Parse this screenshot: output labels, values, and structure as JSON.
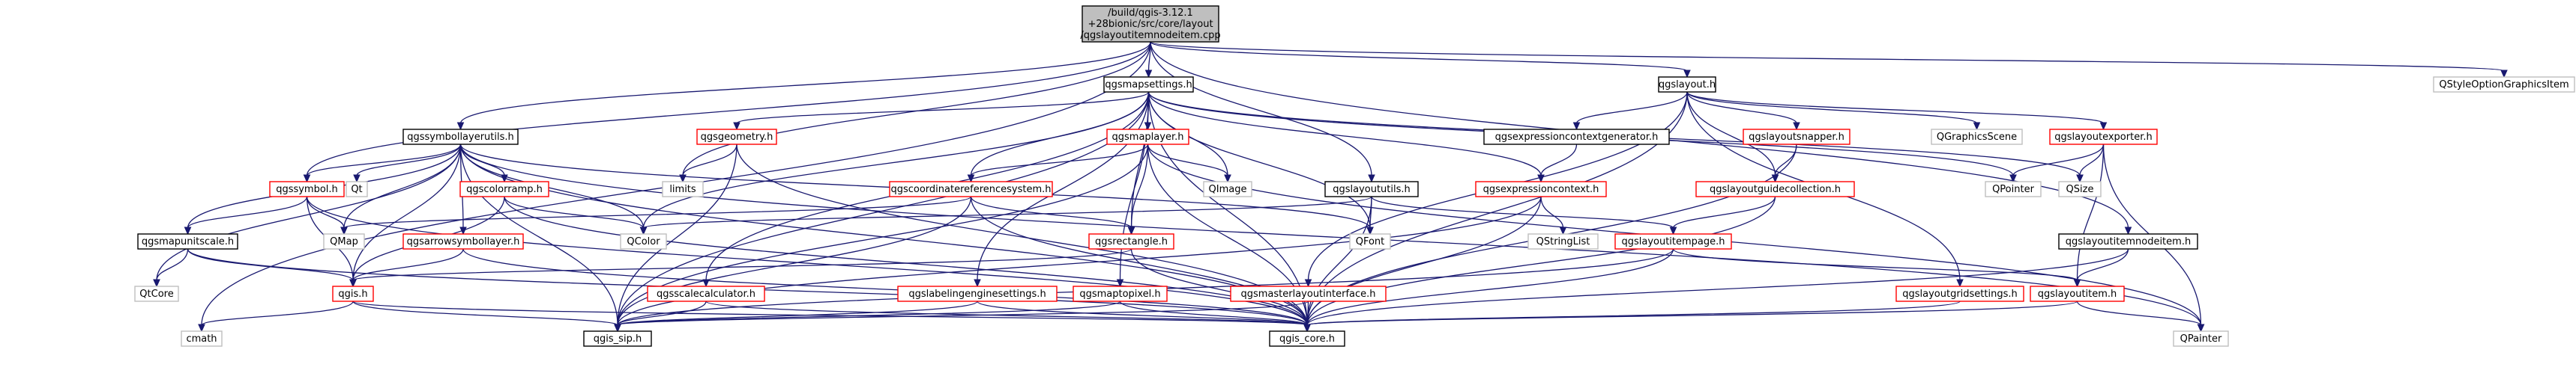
{
  "colors": {
    "node_main_fill": "#bfbfbf",
    "node_fill": "#ffffff",
    "border_black": "#000000",
    "border_red": "#ff0000",
    "border_gray": "#bfbfbf",
    "edge": "#191970"
  },
  "nodes": [
    {
      "id": "main",
      "lines": [
        "/build/qgis-3.12.1",
        "+28bionic/src/core/layout",
        "/qgslayoutitemnodeitem.cpp"
      ],
      "style": "main"
    },
    {
      "id": "qgsmapsettings",
      "lines": [
        "qgsmapsettings.h"
      ],
      "style": "black"
    },
    {
      "id": "qgslayout",
      "lines": [
        "qgslayout.h"
      ],
      "style": "black"
    },
    {
      "id": "qstyleoption",
      "lines": [
        "QStyleOptionGraphicsItem"
      ],
      "style": "gray"
    },
    {
      "id": "qgssymbollayerutils",
      "lines": [
        "qgssymbollayerutils.h"
      ],
      "style": "black"
    },
    {
      "id": "qgsgeometry",
      "lines": [
        "qgsgeometry.h"
      ],
      "style": "red"
    },
    {
      "id": "qgsmaplayer",
      "lines": [
        "qgsmaplayer.h"
      ],
      "style": "red"
    },
    {
      "id": "qgsexprctxgen",
      "lines": [
        "qgsexpressioncontextgenerator.h"
      ],
      "style": "black"
    },
    {
      "id": "qgslayoutsnapper",
      "lines": [
        "qgslayoutsnapper.h"
      ],
      "style": "red"
    },
    {
      "id": "qgraphicsscene",
      "lines": [
        "QGraphicsScene"
      ],
      "style": "gray"
    },
    {
      "id": "qgslayoutexporter",
      "lines": [
        "qgslayoutexporter.h"
      ],
      "style": "red"
    },
    {
      "id": "qgssymbol",
      "lines": [
        "qgssymbol.h"
      ],
      "style": "red"
    },
    {
      "id": "qt",
      "lines": [
        "Qt"
      ],
      "style": "gray"
    },
    {
      "id": "qgscolorramp",
      "lines": [
        "qgscolorramp.h"
      ],
      "style": "red"
    },
    {
      "id": "limits",
      "lines": [
        "limits"
      ],
      "style": "gray"
    },
    {
      "id": "qgscrs",
      "lines": [
        "qgscoordinatereferencesystem.h"
      ],
      "style": "red"
    },
    {
      "id": "qimage",
      "lines": [
        "QImage"
      ],
      "style": "gray"
    },
    {
      "id": "qgslayoututils",
      "lines": [
        "qgslayoututils.h"
      ],
      "style": "black"
    },
    {
      "id": "qgsexprctx",
      "lines": [
        "qgsexpressioncontext.h"
      ],
      "style": "red"
    },
    {
      "id": "qgslayoutguidecoll",
      "lines": [
        "qgslayoutguidecollection.h"
      ],
      "style": "red"
    },
    {
      "id": "qpointer",
      "lines": [
        "QPointer"
      ],
      "style": "gray"
    },
    {
      "id": "qsize",
      "lines": [
        "QSize"
      ],
      "style": "gray"
    },
    {
      "id": "qgsmapunitscale",
      "lines": [
        "qgsmapunitscale.h"
      ],
      "style": "black"
    },
    {
      "id": "qmap",
      "lines": [
        "QMap"
      ],
      "style": "gray"
    },
    {
      "id": "qcolor",
      "lines": [
        "QColor"
      ],
      "style": "gray"
    },
    {
      "id": "qgsrectangle",
      "lines": [
        "qgsrectangle.h"
      ],
      "style": "red"
    },
    {
      "id": "qfont",
      "lines": [
        "QFont"
      ],
      "style": "gray"
    },
    {
      "id": "qstringlist",
      "lines": [
        "QStringList"
      ],
      "style": "gray"
    },
    {
      "id": "qgslayoutitempage",
      "lines": [
        "qgslayoutitempage.h"
      ],
      "style": "red"
    },
    {
      "id": "qgslayoutitemnodeitem",
      "lines": [
        "qgslayoutitemnodeitem.h"
      ],
      "style": "black"
    },
    {
      "id": "qgsarrowsymbollayer",
      "lines": [
        "qgsarrowsymbollayer.h"
      ],
      "style": "red"
    },
    {
      "id": "qtcore",
      "lines": [
        "QtCore"
      ],
      "style": "gray"
    },
    {
      "id": "qgsh",
      "lines": [
        "qgis.h"
      ],
      "style": "red"
    },
    {
      "id": "qgsscalecalc",
      "lines": [
        "qgsscalecalculator.h"
      ],
      "style": "red"
    },
    {
      "id": "qgslabeling",
      "lines": [
        "qgslabelingenginesettings.h"
      ],
      "style": "red"
    },
    {
      "id": "qgsmaptopixel",
      "lines": [
        "qgsmaptopixel.h"
      ],
      "style": "red"
    },
    {
      "id": "qgsmasterlayout",
      "lines": [
        "qgsmasterlayoutinterface.h"
      ],
      "style": "red"
    },
    {
      "id": "qgslayoutgrid",
      "lines": [
        "qgslayoutgridsettings.h"
      ],
      "style": "red"
    },
    {
      "id": "qgslayoutitem",
      "lines": [
        "qgslayoutitem.h"
      ],
      "style": "red"
    },
    {
      "id": "cmath",
      "lines": [
        "cmath"
      ],
      "style": "gray"
    },
    {
      "id": "qgissip",
      "lines": [
        "qgis_sip.h"
      ],
      "style": "black"
    },
    {
      "id": "qgiscore",
      "lines": [
        "qgis_core.h"
      ],
      "style": "black"
    },
    {
      "id": "qpainter",
      "lines": [
        "QPainter"
      ],
      "style": "gray"
    }
  ],
  "edges": [
    [
      "main",
      "qgsmapsettings"
    ],
    [
      "main",
      "qgslayout"
    ],
    [
      "main",
      "qstyleoption"
    ],
    [
      "main",
      "qgslayoutitemnodeitem"
    ],
    [
      "main",
      "qgssymbollayerutils"
    ],
    [
      "main",
      "qgslayoututils"
    ],
    [
      "main",
      "qgssymbol"
    ],
    [
      "main",
      "limits"
    ],
    [
      "main",
      "cmath"
    ],
    [
      "qgsmapsettings",
      "qgsgeometry"
    ],
    [
      "qgsmapsettings",
      "qgsmaplayer"
    ],
    [
      "qgsmapsettings",
      "qgscrs"
    ],
    [
      "qgsmapsettings",
      "qimage"
    ],
    [
      "qgsmapsettings",
      "qgsrectangle"
    ],
    [
      "qgsmapsettings",
      "qgsscalecalc"
    ],
    [
      "qgsmapsettings",
      "qgslabeling"
    ],
    [
      "qgsmapsettings",
      "qgsmaptopixel"
    ],
    [
      "qgsmapsettings",
      "qgsexprctx"
    ],
    [
      "qgsmapsettings",
      "qgscolor_dummy"
    ],
    [
      "qgsmapsettings",
      "qsize"
    ],
    [
      "qgsmapsettings",
      "qgiscore"
    ],
    [
      "qgsmapsettings",
      "qgissip"
    ],
    [
      "qgsmapsettings",
      "qcolor"
    ],
    [
      "qgsmapsettings",
      "qfont"
    ],
    [
      "qgsmapsettings",
      "qpointer"
    ],
    [
      "qgslayout",
      "qgsexprctxgen"
    ],
    [
      "qgslayout",
      "qgslayoutsnapper"
    ],
    [
      "qgslayout",
      "qgraphicsscene"
    ],
    [
      "qgslayout",
      "qgslayoutexporter"
    ],
    [
      "qgslayout",
      "qgslayoutguidecoll"
    ],
    [
      "qgslayout",
      "qgslayoutgrid"
    ],
    [
      "qgslayout",
      "qgsmasterlayout"
    ],
    [
      "qgslayout",
      "qgiscore"
    ],
    [
      "qgslayoutexporter",
      "qpointer"
    ],
    [
      "qgslayoutexporter",
      "qsize"
    ],
    [
      "qgslayoutexporter",
      "qpainter"
    ],
    [
      "qgslayoutexporter",
      "qgslayoutitem"
    ],
    [
      "qgslayoutsnapper",
      "qgslayoutguidecoll"
    ],
    [
      "qgslayoutsnapper",
      "qgiscore"
    ],
    [
      "qgslayoutguidecoll",
      "qgslayoutitempage"
    ],
    [
      "qgslayoutguidecoll",
      "qgiscore"
    ],
    [
      "qgsexprctxgen",
      "qgsexprctx"
    ],
    [
      "qgsexprctx",
      "qstringlist"
    ],
    [
      "qgsexprctx",
      "qgiscore"
    ],
    [
      "qgsexprctx",
      "qgissip"
    ],
    [
      "qgssymbollayerutils",
      "qgssymbol"
    ],
    [
      "qgssymbollayerutils",
      "qt"
    ],
    [
      "qgssymbollayerutils",
      "qgscolorramp"
    ],
    [
      "qgssymbollayerutils",
      "qmap"
    ],
    [
      "qgssymbollayerutils",
      "qcolor"
    ],
    [
      "qgssymbollayerutils",
      "qgsmapunitscale"
    ],
    [
      "qgssymbollayerutils",
      "qgsarrowsymbollayer"
    ],
    [
      "qgssymbollayerutils",
      "qtcore"
    ],
    [
      "qgssymbollayerutils",
      "qgsh"
    ],
    [
      "qgssymbollayerutils",
      "qgiscore"
    ],
    [
      "qgssymbollayerutils",
      "qgissip"
    ],
    [
      "qgssymbollayerutils",
      "qfont"
    ],
    [
      "qgssymbollayerutils",
      "qpainter"
    ],
    [
      "qgssymbol",
      "qmap"
    ],
    [
      "qgssymbol",
      "qgsmapunitscale"
    ],
    [
      "qgssymbol",
      "qgsh"
    ],
    [
      "qgssymbol",
      "qgiscore"
    ],
    [
      "qgscolorramp",
      "qcolor"
    ],
    [
      "qgscolorramp",
      "qgsh"
    ],
    [
      "qgscolorramp",
      "qgiscore"
    ],
    [
      "qgsarrowsymbollayer",
      "qgsh"
    ],
    [
      "qgsarrowsymbollayer",
      "qgiscore"
    ],
    [
      "qgsmapunitscale",
      "qtcore"
    ],
    [
      "qgsmapunitscale",
      "qgsh"
    ],
    [
      "qgsmapunitscale",
      "qgiscore"
    ],
    [
      "qgsgeometry",
      "limits"
    ],
    [
      "qgsgeometry",
      "qgiscore"
    ],
    [
      "qgsgeometry",
      "qgissip"
    ],
    [
      "qgsmaplayer",
      "qgscrs"
    ],
    [
      "qgsmaplayer",
      "qimage"
    ],
    [
      "qgsmaplayer",
      "qgsrectangle"
    ],
    [
      "qgsmaplayer",
      "qgiscore"
    ],
    [
      "qgsmaplayer",
      "qgissip"
    ],
    [
      "qgsmaplayer",
      "qpainter"
    ],
    [
      "qgscrs",
      "qmap"
    ],
    [
      "qgscrs",
      "qgsrectangle"
    ],
    [
      "qgscrs",
      "qgiscore"
    ],
    [
      "qgscrs",
      "qgissip"
    ],
    [
      "qgsrectangle",
      "qgsh"
    ],
    [
      "qgsrectangle",
      "qgiscore"
    ],
    [
      "qgslayoututils",
      "qcolor"
    ],
    [
      "qgslayoututils",
      "qfont"
    ],
    [
      "qgslayoututils",
      "qgslayoutitempage"
    ],
    [
      "qgslayoututils",
      "qgiscore"
    ],
    [
      "qgslayoutitempage",
      "qgslayoutitem"
    ],
    [
      "qgslayoutitempage",
      "qgiscore"
    ],
    [
      "qgslayoutitempage",
      "qgissip"
    ],
    [
      "qgslayoutitemnodeitem",
      "qgslayoutitem"
    ],
    [
      "qgslayoutitemnodeitem",
      "qgiscore"
    ],
    [
      "qgslayoutitem",
      "qgiscore"
    ],
    [
      "qgslayoutitem",
      "qpainter"
    ],
    [
      "qgsh",
      "cmath"
    ],
    [
      "qgsh",
      "qgiscore"
    ],
    [
      "qgsh",
      "qgissip"
    ],
    [
      "qgsscalecalc",
      "qgiscore"
    ],
    [
      "qgsscalecalc",
      "qgissip"
    ],
    [
      "qgslabeling",
      "qgiscore"
    ],
    [
      "qgslabeling",
      "qgissip"
    ],
    [
      "qgsmaptopixel",
      "qgiscore"
    ],
    [
      "qgsmaptopixel",
      "qgissip"
    ],
    [
      "qgsmasterlayout",
      "qgiscore"
    ],
    [
      "qgsmasterlayout",
      "qgissip"
    ],
    [
      "qgslayoutgrid",
      "qgiscore"
    ]
  ]
}
